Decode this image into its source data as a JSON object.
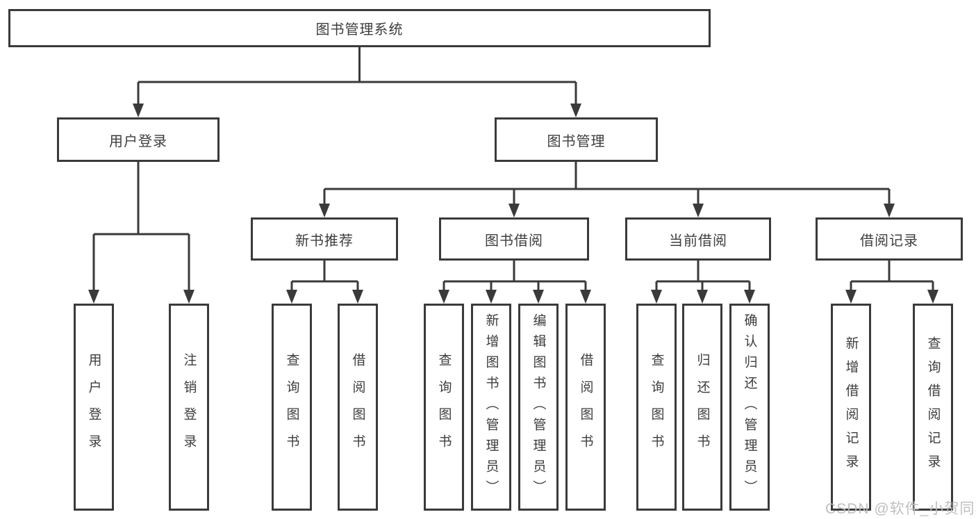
{
  "tree": {
    "label": "图书管理系统",
    "children": [
      {
        "label": "用户登录",
        "children": [
          {
            "label": "用户登录"
          },
          {
            "label": "注销登录"
          }
        ]
      },
      {
        "label": "图书管理",
        "children": [
          {
            "label": "新书推荐",
            "children": [
              {
                "label": "查询图书"
              },
              {
                "label": "借阅图书"
              }
            ]
          },
          {
            "label": "图书借阅",
            "children": [
              {
                "label": "查询图书"
              },
              {
                "label": "新增图书（管理员）"
              },
              {
                "label": "编辑图书（管理员）"
              },
              {
                "label": "借阅图书"
              }
            ]
          },
          {
            "label": "当前借阅",
            "children": [
              {
                "label": "查询图书"
              },
              {
                "label": "归还图书"
              },
              {
                "label": "确认归还（管理员）"
              }
            ]
          },
          {
            "label": "借阅记录",
            "children": [
              {
                "label": "新增借阅记录"
              },
              {
                "label": "查询借阅记录"
              }
            ]
          }
        ]
      }
    ]
  },
  "watermark": "CSDN @软件_小贺同学",
  "colors": {
    "line": "#3a3a3a",
    "border": "#3a3a3a",
    "text": "#3d3d3d",
    "watermark": "#bcbcbc",
    "background": "#ffffff"
  }
}
